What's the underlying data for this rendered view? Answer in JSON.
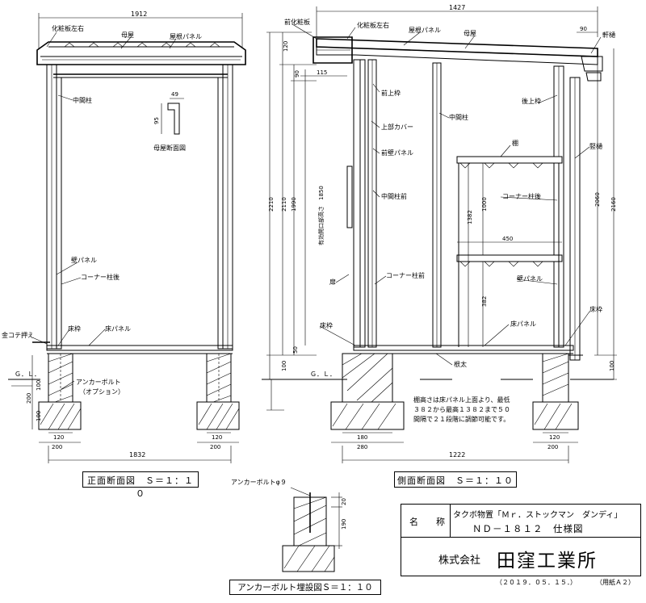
{
  "front_view": {
    "caption": "正面断面図　Ｓ＝１：１０",
    "dim_top": "1912",
    "dim_bottom": "1832",
    "dim_base_a": "120",
    "dim_base_b": "200",
    "dim_base_c": "120",
    "dim_base_d": "200",
    "labels": {
      "keshou_ita": "化粧板左右",
      "moya": "母屋",
      "yane_panel": "屋根パネル",
      "chukan_bashira": "中間柱",
      "moya_section": "母屋断面図",
      "kabe_panel": "壁パネル",
      "corner_bashira_back": "コーナー柱後",
      "yuka_waku": "床枠",
      "yuka_panel": "床パネル",
      "kanakote": "金コテ押え",
      "gl": "Ｇ．Ｌ．",
      "anchor_bolt": "アンカーボルト",
      "anchor_option": "（オプション）"
    },
    "moya_dims": {
      "w": "49",
      "h": "95"
    },
    "left_dims": {
      "d200": "200",
      "d100a": "100",
      "d100b": "100"
    }
  },
  "side_view": {
    "caption": "側面断面図　Ｓ＝１：１０",
    "dim_top": "1427",
    "dim_bottom": "1222",
    "dim_90": "90",
    "dim_115": "115",
    "dim_180": "180",
    "dim_280": "280",
    "dim_450": "450",
    "dim_120": "120",
    "dim_200": "200",
    "vertical": {
      "d120": "120",
      "d90": "90",
      "d2210": "2210",
      "d2110": "2110",
      "d1990": "1990",
      "d1850": "有効開口部高さ　1850",
      "d50": "50",
      "d100": "100",
      "d1382": "1382",
      "d1000": "1000",
      "d382": "382",
      "d2060": "2060",
      "d2160": "2160",
      "d100r": "100"
    },
    "labels": {
      "mae_keshou": "前化粧板",
      "keshou_ita": "化粧板左右",
      "yane_panel": "屋根パネル",
      "moya": "母屋",
      "noki_toi": "軒樋",
      "mae_ue_waku": "前上枠",
      "ushiro_ue_waku": "後上枠",
      "jobu_cover": "上部カバー",
      "chukan_bashira": "中間柱",
      "mae_kabe_panel": "前壁パネル",
      "tana": "棚",
      "tate_toi": "竪樋",
      "chukan_bashira_front": "中間柱前",
      "corner_back": "コーナー柱後",
      "tobira": "扉",
      "corner_front": "コーナー柱前",
      "kabe_panel": "壁パネル",
      "yuka_waku": "床枠",
      "yuka_panel": "床パネル",
      "yuka_waku_r": "床枠",
      "nedai": "根太",
      "gl": "Ｇ．Ｌ．"
    },
    "note": [
      "棚高さは床パネル上面より、最低",
      "３８２から最高１３８２まで５０",
      "間隔で２１段階に調節可能です。"
    ]
  },
  "anchor_view": {
    "caption": "アンカーボルト埋設図Ｓ＝１：１０",
    "label": "アンカーボルトφ９",
    "d20": "20",
    "d190": "190"
  },
  "title_block": {
    "name_label": "名　　称",
    "product_line1": "タクボ物置「Ｍｒ．ストックマン　ダンディ」",
    "product_line2": "ＮＤ－１８１２　仕様図",
    "company_prefix": "株式会社",
    "company_name": "田窪工業所",
    "date": "（２０１９．０５．１５．）",
    "paper": "（用紙Ａ２）"
  }
}
